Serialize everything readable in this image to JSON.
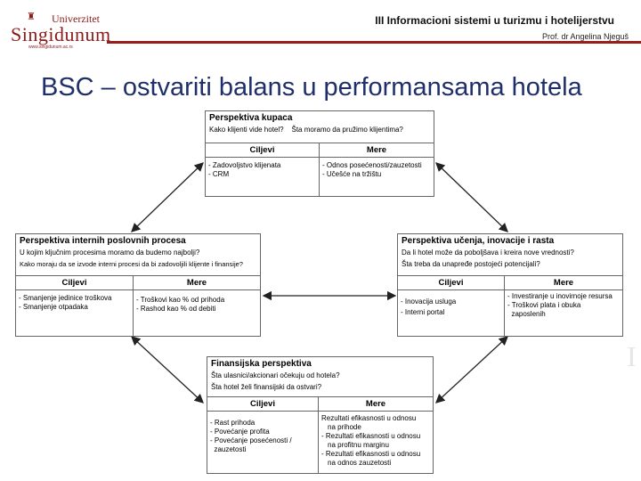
{
  "header": {
    "logo_top": "Univerzitet",
    "logo_name": "Singidunum",
    "logo_url": "www.singidunum.ac.rs",
    "course": "III  Informacioni sistemi u turizmu i hotelijerstvu",
    "author": "Prof. dr Angelina Njeguš"
  },
  "title": "BSC – ostvariti balans u performansama hotela",
  "boxes": {
    "customer": {
      "title": "Perspektiva kupaca",
      "questions": [
        "Kako klijenti vide hotel?    Šta moramo da pružimo klijentima?"
      ],
      "col1_header": "Ciljevi",
      "col2_header": "Mere",
      "col1_items": [
        "- Zadovoljstvo klijenata",
        "- CRM"
      ],
      "col2_items": [
        "- Odnos posećenosti/zauzetosti",
        "- Učešće na tržištu"
      ]
    },
    "internal": {
      "title": "Perspektiva internih poslovnih procesa",
      "questions": [
        "U kojim ključnim procesima moramo da budemo najbolji?",
        "Kako moraju da se izvode interni procesi da bi zadovoljili klijente i finansije?"
      ],
      "col1_header": "Ciljevi",
      "col2_header": "Mere",
      "col1_items": [
        "- Smanjenje jedinice troškova",
        "- Smanjenje otpadaka"
      ],
      "col2_items": [
        "- Troškovi kao % od prihoda",
        "- Rashod kao % od debiti"
      ]
    },
    "learning": {
      "title": "Perspektiva učenja, inovacije i rasta",
      "questions": [
        "Da li hotel može da poboljšava i kreira nove vrednosti?",
        "Šta treba da unapređe postojeći potencijali?"
      ],
      "col1_header": "Ciljevi",
      "col2_header": "Mere",
      "col1_items": [
        "- Inovacija usluga",
        "- Interni portal"
      ],
      "col2_items": [
        "- Investiranje u inovirnoje resursa",
        "- Troškovi plata i obuka",
        "  zaposlenih"
      ]
    },
    "financial": {
      "title": "Finansijska perspektiva",
      "questions": [
        "Šta ulasnici/akcionari očekuju od hotela?",
        "Šta hotel želi finansijski da ostvari?"
      ],
      "col1_header": "Ciljevi",
      "col2_header": "Mere",
      "col1_items": [
        "- Rast prihoda",
        "- Povećanje profita",
        "- Povećanje posećenosti /",
        "  zauzetosti"
      ],
      "col2_items": [
        "Rezultati efikasnosti u odnosu",
        "na prihode",
        "- Rezultati efikasnosti u odnosu",
        "na profitnu marginu",
        "- Rezultati efikasnosti u odnosu",
        "na odnos zauzetosti"
      ]
    }
  }
}
